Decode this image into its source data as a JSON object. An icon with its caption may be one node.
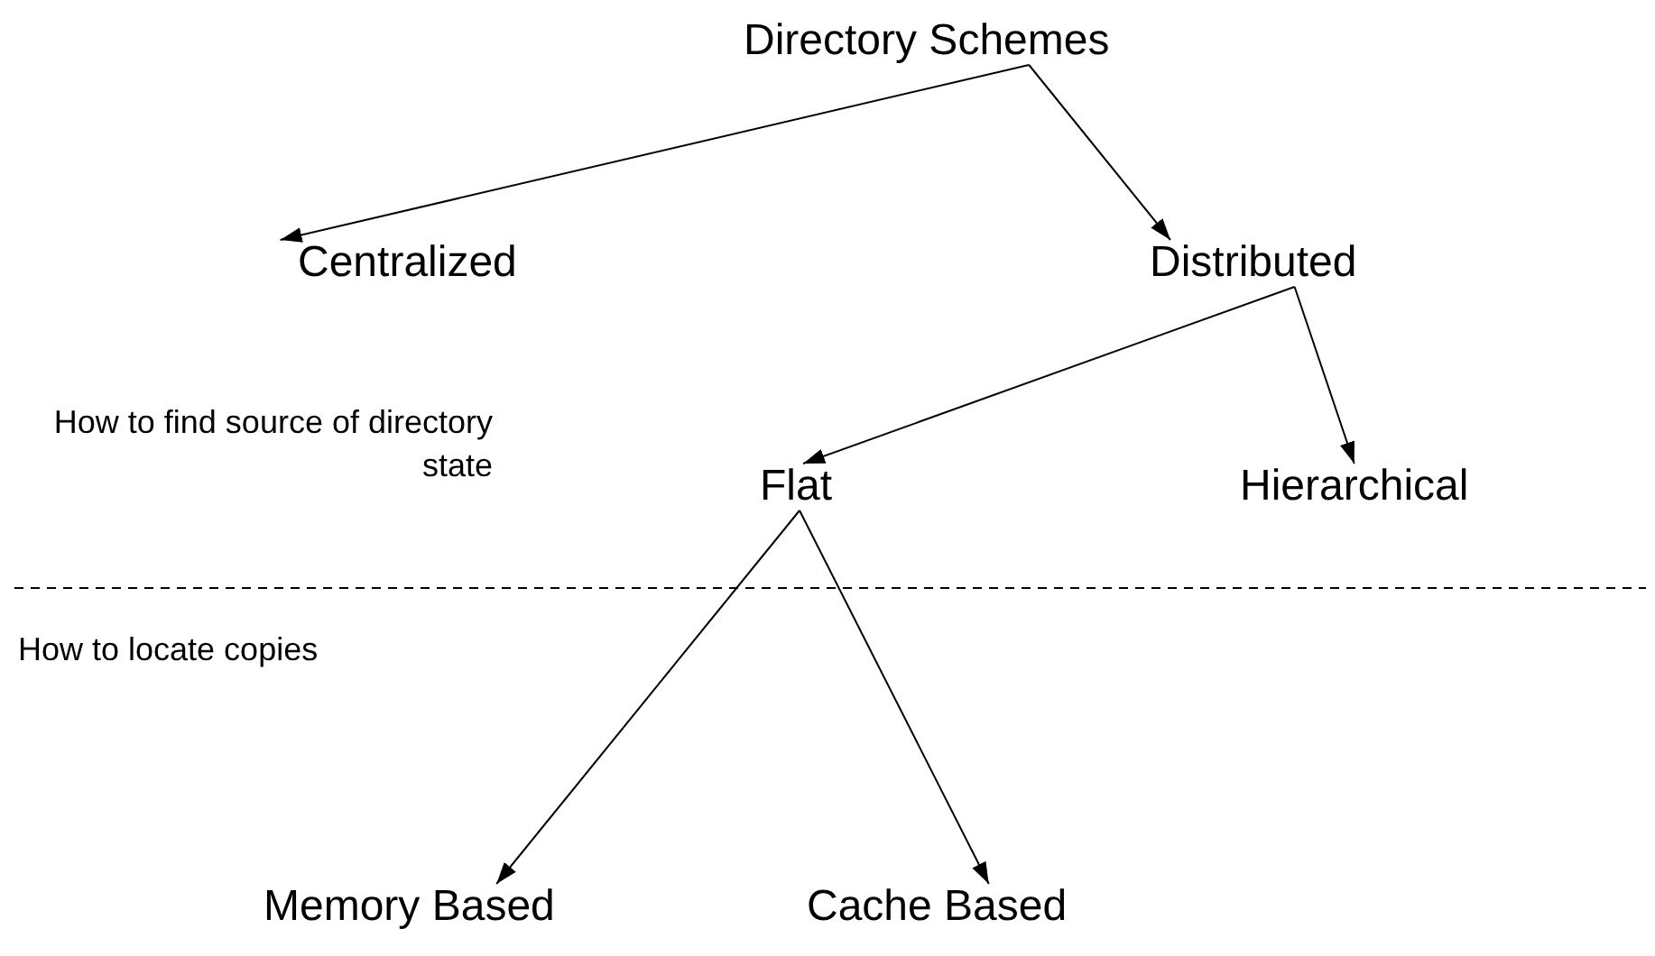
{
  "diagram": {
    "nodes": [
      {
        "text": [
          "Directory Schemes"
        ]
      },
      {
        "text": [
          "Centralized"
        ]
      },
      {
        "text": [
          "Distributed"
        ]
      },
      {
        "text": [
          "Flat"
        ]
      },
      {
        "text": [
          "Hierarchical"
        ]
      },
      {
        "text": [
          "Memory Based"
        ]
      },
      {
        "text": [
          "Cache Based"
        ]
      }
    ],
    "edges": [
      {
        "from": 0,
        "to": 1,
        "arrow": "to"
      },
      {
        "from": 0,
        "to": 2,
        "arrow": "to"
      },
      {
        "from": 2,
        "to": 3,
        "arrow": "to"
      },
      {
        "from": 2,
        "to": 4,
        "arrow": "to"
      },
      {
        "from": 3,
        "to": 5,
        "arrow": "to"
      },
      {
        "from": 3,
        "to": 6,
        "arrow": "to"
      }
    ],
    "labels": [
      "How to find source of directory state",
      "How to locate copies"
    ]
  }
}
